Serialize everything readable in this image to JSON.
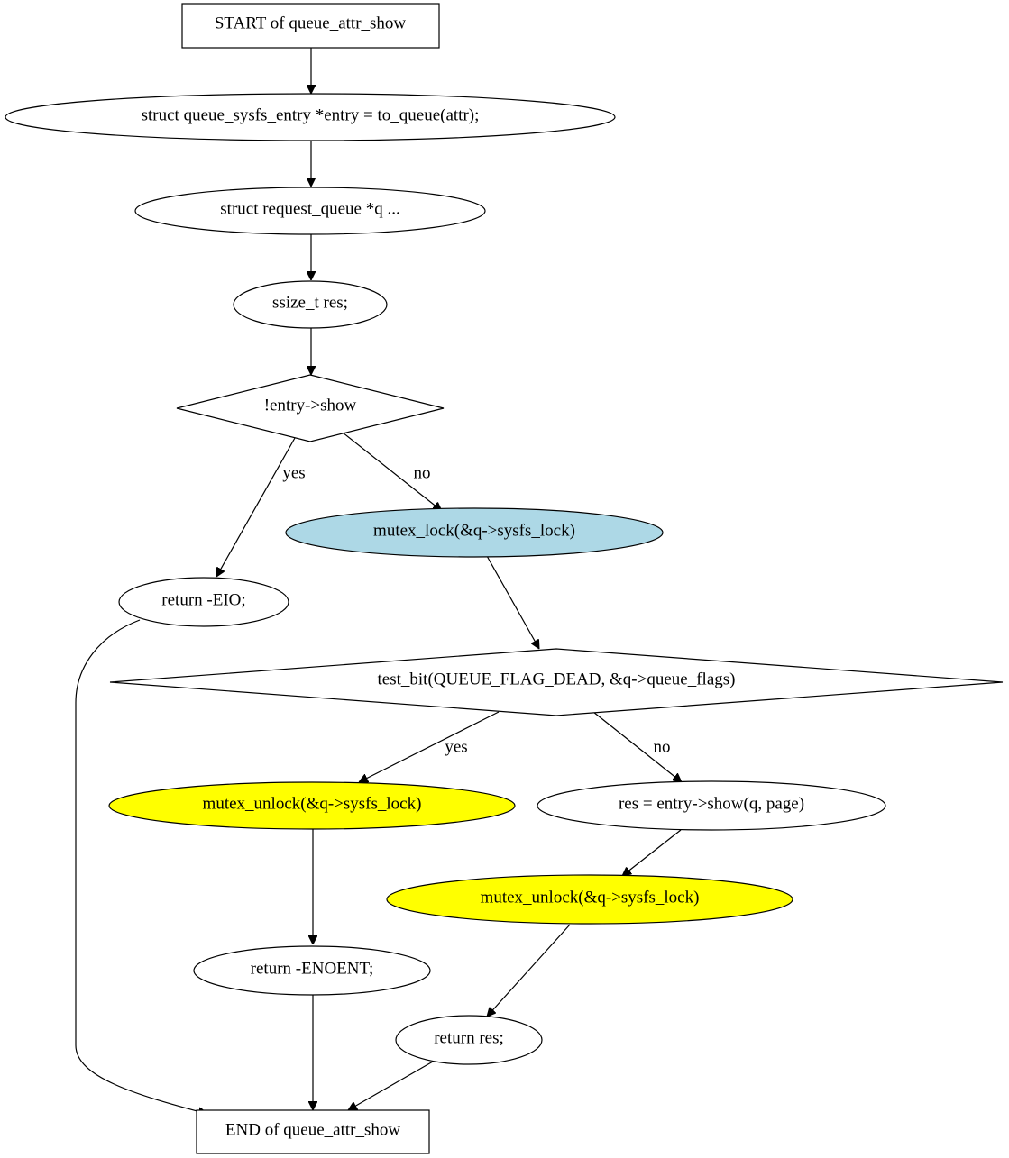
{
  "colors": {
    "default_fill": "#ffffff",
    "lock_fill": "#add8e6",
    "unlock_fill": "#ffff00",
    "stroke": "#000000"
  },
  "nodes": {
    "start": {
      "label": "START of queue_attr_show",
      "shape": "box"
    },
    "entry_decl": {
      "label": "struct queue_sysfs_entry *entry = to_queue(attr);",
      "shape": "ellipse"
    },
    "q_decl": {
      "label": "struct request_queue *q  ...",
      "shape": "ellipse"
    },
    "res_decl": {
      "label": "ssize_t res;",
      "shape": "ellipse"
    },
    "check_show": {
      "label": "!entry->show",
      "shape": "diamond"
    },
    "return_eio": {
      "label": "return -EIO;",
      "shape": "ellipse"
    },
    "mutex_lock": {
      "label": "mutex_lock(&q->sysfs_lock)",
      "shape": "ellipse"
    },
    "check_dead": {
      "label": "test_bit(QUEUE_FLAG_DEAD, &q->queue_flags)",
      "shape": "diamond"
    },
    "unlock_dead": {
      "label": "mutex_unlock(&q->sysfs_lock)",
      "shape": "ellipse"
    },
    "call_show": {
      "label": "res = entry->show(q, page)",
      "shape": "ellipse"
    },
    "unlock_show": {
      "label": "mutex_unlock(&q->sysfs_lock)",
      "shape": "ellipse"
    },
    "return_enoent": {
      "label": "return -ENOENT;",
      "shape": "ellipse"
    },
    "return_res": {
      "label": "return res;",
      "shape": "ellipse"
    },
    "end": {
      "label": "END of queue_attr_show",
      "shape": "box"
    }
  },
  "edges": {
    "show_yes": {
      "label": "yes"
    },
    "show_no": {
      "label": "no"
    },
    "dead_yes": {
      "label": "yes"
    },
    "dead_no": {
      "label": "no"
    }
  }
}
